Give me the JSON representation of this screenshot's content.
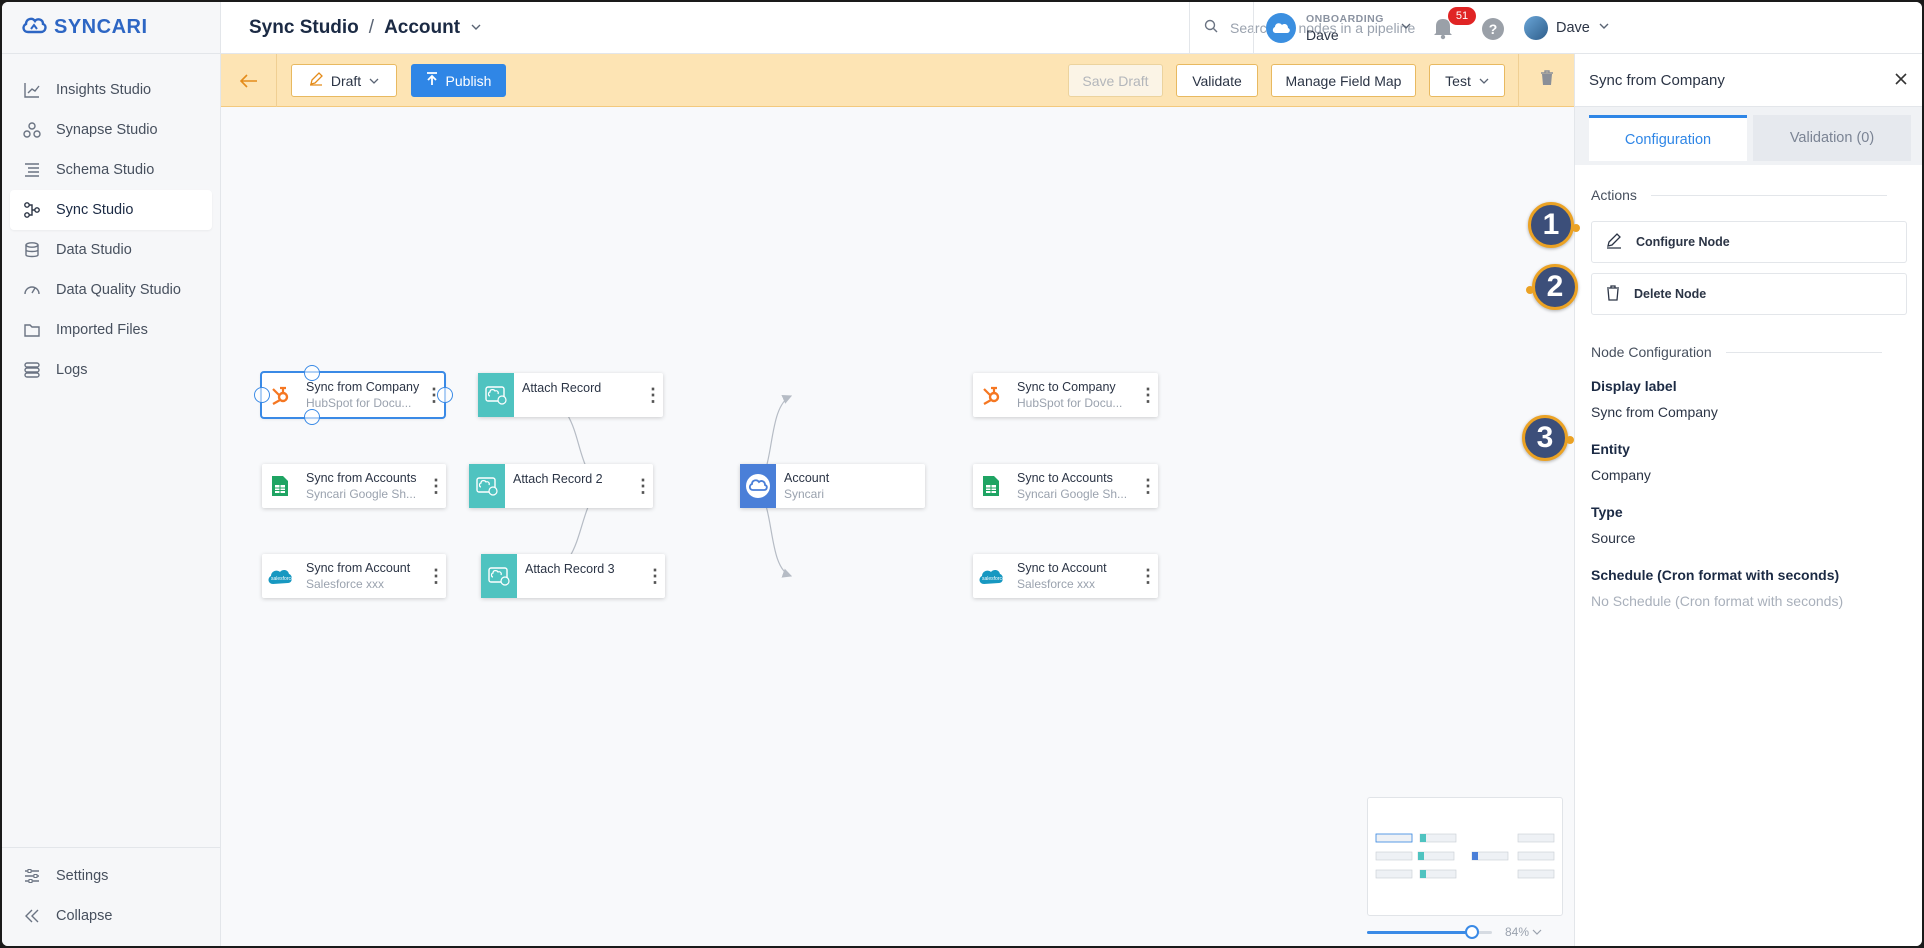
{
  "brand": {
    "name": "SYNCARI"
  },
  "sidebar": {
    "items": [
      {
        "label": "Insights Studio",
        "icon": "chart-icon",
        "active": false
      },
      {
        "label": "Synapse Studio",
        "icon": "synapse-icon",
        "active": false
      },
      {
        "label": "Schema Studio",
        "icon": "schema-icon",
        "active": false
      },
      {
        "label": "Sync Studio",
        "icon": "sync-icon",
        "active": true
      },
      {
        "label": "Data Studio",
        "icon": "database-icon",
        "active": false
      },
      {
        "label": "Data Quality Studio",
        "icon": "gauge-icon",
        "active": false
      },
      {
        "label": "Imported Files",
        "icon": "folder-icon",
        "active": false
      },
      {
        "label": "Logs",
        "icon": "logs-icon",
        "active": false
      }
    ],
    "bottom": [
      {
        "label": "Settings",
        "icon": "sliders-icon"
      },
      {
        "label": "Collapse",
        "icon": "collapse-icon"
      }
    ]
  },
  "header": {
    "breadcrumb_root": "Sync Studio",
    "breadcrumb_sep": "/",
    "breadcrumb_current": "Account",
    "search_placeholder": "Search for nodes in a pipeline",
    "org_label": "ONBOARDING",
    "org_name": "Dave",
    "notifications_count": "51",
    "help_label": "?",
    "user_name": "Dave"
  },
  "toolbar": {
    "draft_label": "Draft",
    "publish_label": "Publish",
    "save_draft_label": "Save Draft",
    "validate_label": "Validate",
    "manage_field_map_label": "Manage Field Map",
    "test_label": "Test"
  },
  "pipeline": {
    "nodes": {
      "sync_from_company": {
        "title": "Sync from  Company",
        "sub": "HubSpot for Docu...",
        "icon": "hubspot-icon"
      },
      "attach_record_1": {
        "title": "Attach Record",
        "sub": "",
        "icon": "attach-icon"
      },
      "sync_from_accounts": {
        "title": "Sync from  Accounts",
        "sub": "Syncari Google Sh...",
        "icon": "google-sheets-icon"
      },
      "attach_record_2": {
        "title": "Attach Record 2",
        "sub": "",
        "icon": "attach-icon"
      },
      "sync_from_account": {
        "title": "Sync from  Account",
        "sub": "Salesforce xxx",
        "icon": "salesforce-icon"
      },
      "attach_record_3": {
        "title": "Attach Record 3",
        "sub": "",
        "icon": "attach-icon"
      },
      "account": {
        "title": "Account",
        "sub": "Syncari",
        "icon": "syncari-cloud-icon"
      },
      "sync_to_company": {
        "title": "Sync to  Company",
        "sub": "HubSpot for Docu...",
        "icon": "hubspot-icon"
      },
      "sync_to_accounts": {
        "title": "Sync to  Accounts",
        "sub": "Syncari Google Sh...",
        "icon": "google-sheets-icon"
      },
      "sync_to_account": {
        "title": "Sync to  Account",
        "sub": "Salesforce xxx",
        "icon": "salesforce-icon"
      }
    },
    "zoom_label": "84%",
    "zoom_level": 0.84
  },
  "panel": {
    "title": "Sync from Company",
    "tabs": [
      {
        "label": "Configuration",
        "active": true
      },
      {
        "label": "Validation (0)",
        "active": false
      }
    ],
    "actions_heading": "Actions",
    "configure_label": "Configure Node",
    "delete_label": "Delete Node",
    "node_config_heading": "Node Configuration",
    "fields": {
      "display_label": {
        "label": "Display label",
        "value": "Sync from Company"
      },
      "entity": {
        "label": "Entity",
        "value": "Company"
      },
      "type": {
        "label": "Type",
        "value": "Source"
      },
      "schedule": {
        "label": "Schedule (Cron format with seconds)",
        "value": "No Schedule (Cron format with seconds)"
      }
    }
  },
  "callouts": [
    "1",
    "2",
    "3"
  ],
  "colors": {
    "accent": "#2f86e6",
    "toolbar_bg": "#fde4b4",
    "callout_bg": "#3c4f7a",
    "callout_ring": "#eba224",
    "hubspot": "#f57722",
    "sheets": "#1fa463",
    "salesforce": "#1798c1",
    "attach": "#4fc3c0"
  }
}
